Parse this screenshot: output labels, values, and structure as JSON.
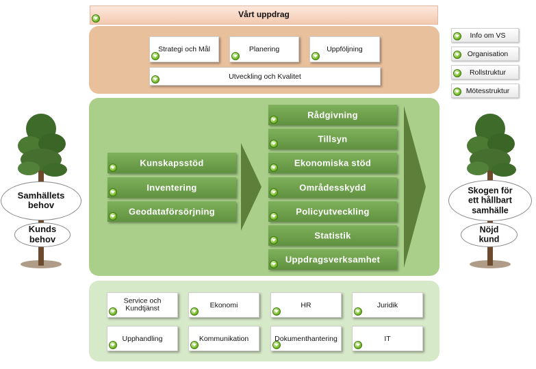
{
  "header": {
    "title": "Vårt uppdrag"
  },
  "top_panel": {
    "items": [
      "Strategi och Mål",
      "Planering",
      "Uppföljning"
    ],
    "wide_item": "Utveckling och Kvalitet"
  },
  "middle_panel": {
    "left_items": [
      "Kunskapsstöd",
      "Inventering",
      "Geodataförsörjning"
    ],
    "right_items": [
      "Rådgivning",
      "Tillsyn",
      "Ekonomiska stöd",
      "Områdesskydd",
      "Policyutveckling",
      "Statistik",
      "Uppdragsverksamhet"
    ]
  },
  "bottom_panel": {
    "items": [
      "Service och Kundtjänst",
      "Ekonomi",
      "HR",
      "Juridik",
      "Upphandling",
      "Kommunikation",
      "Dokumenthantering",
      "IT"
    ]
  },
  "side_menu": [
    "Info om VS",
    "Organisation",
    "Rollstruktur",
    "Mötesstruktur"
  ],
  "left_tree": {
    "outer": "Samhällets behov",
    "inner": "Kunds behov"
  },
  "right_tree": {
    "outer": "Skogen för ett hållbart samhälle",
    "inner": "Nöjd kund"
  },
  "colors": {
    "green": "#6a9c48",
    "panel_green": "#a9cf8a",
    "tan": "#e8c09c",
    "light_green": "#d6e9c8"
  }
}
